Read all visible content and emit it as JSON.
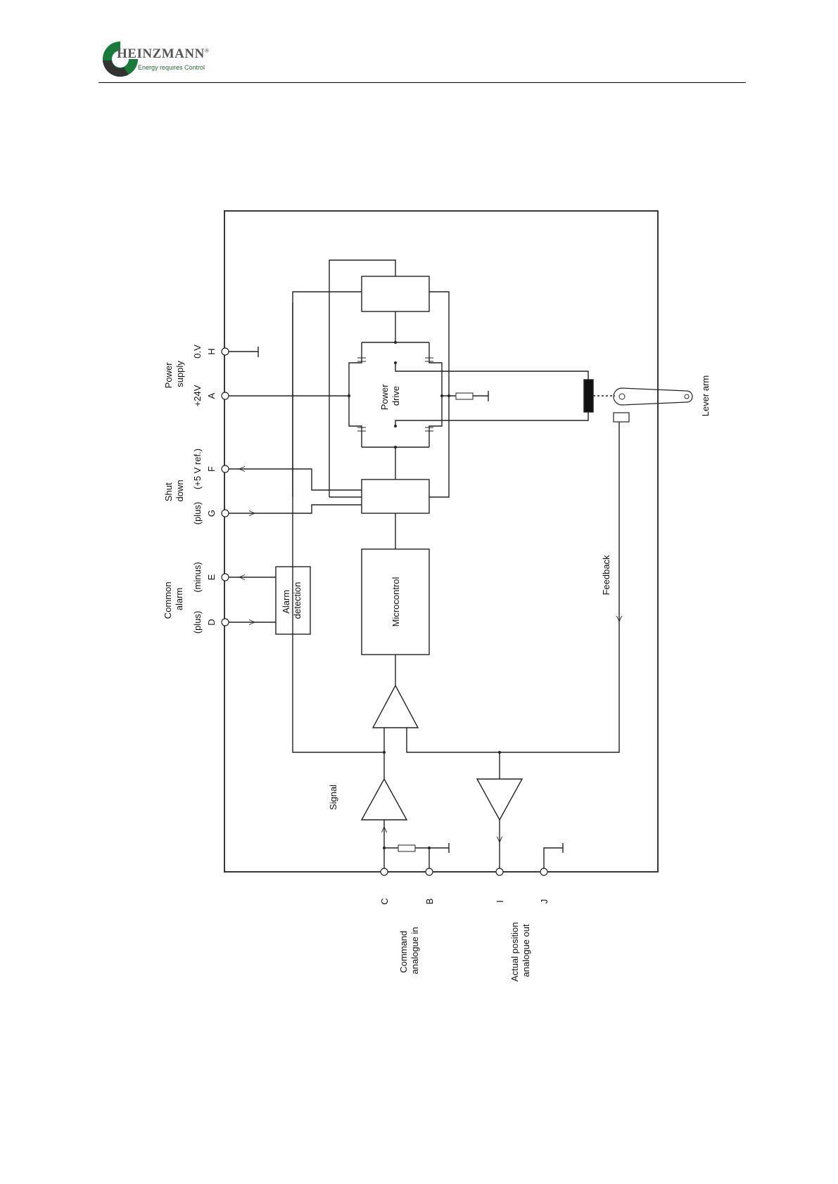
{
  "header": {
    "brand": "HEINZMANN",
    "registered": "®",
    "tagline": "Energy requires Control",
    "colors": {
      "green": "#1a7a3c",
      "dark": "#333333",
      "tagline_green": "#2a6a3a"
    }
  },
  "diagram": {
    "groups": {
      "power_supply": [
        "Power",
        "supply"
      ],
      "shut_down": [
        "Shut",
        "down"
      ],
      "common_alarm": [
        "Common",
        "alarm"
      ],
      "command": [
        "Command",
        "analogue in"
      ],
      "actual_position": [
        "Actual position",
        "analogue out"
      ]
    },
    "qualifiers": {
      "plus_24v": "+24V",
      "zero_v": "0.V",
      "plus_5v_ref": "(+5 V ref.)",
      "plus_g": "(plus)",
      "minus_e": "(minus)",
      "plus_d": "(plus)"
    },
    "terminals": {
      "H": "H",
      "A": "A",
      "F": "F",
      "G": "G",
      "E": "E",
      "D": "D",
      "C": "C",
      "B": "B",
      "I": "I",
      "J": "J"
    },
    "blocks": {
      "power_drive": [
        "Power",
        "drive"
      ],
      "microcontrol": "Microcontrol",
      "alarm_detection": [
        "Alarm",
        "detection"
      ]
    },
    "labels": {
      "lever_arm": "Lever arm",
      "feedback": "Feedback",
      "signal": "Signal"
    }
  }
}
